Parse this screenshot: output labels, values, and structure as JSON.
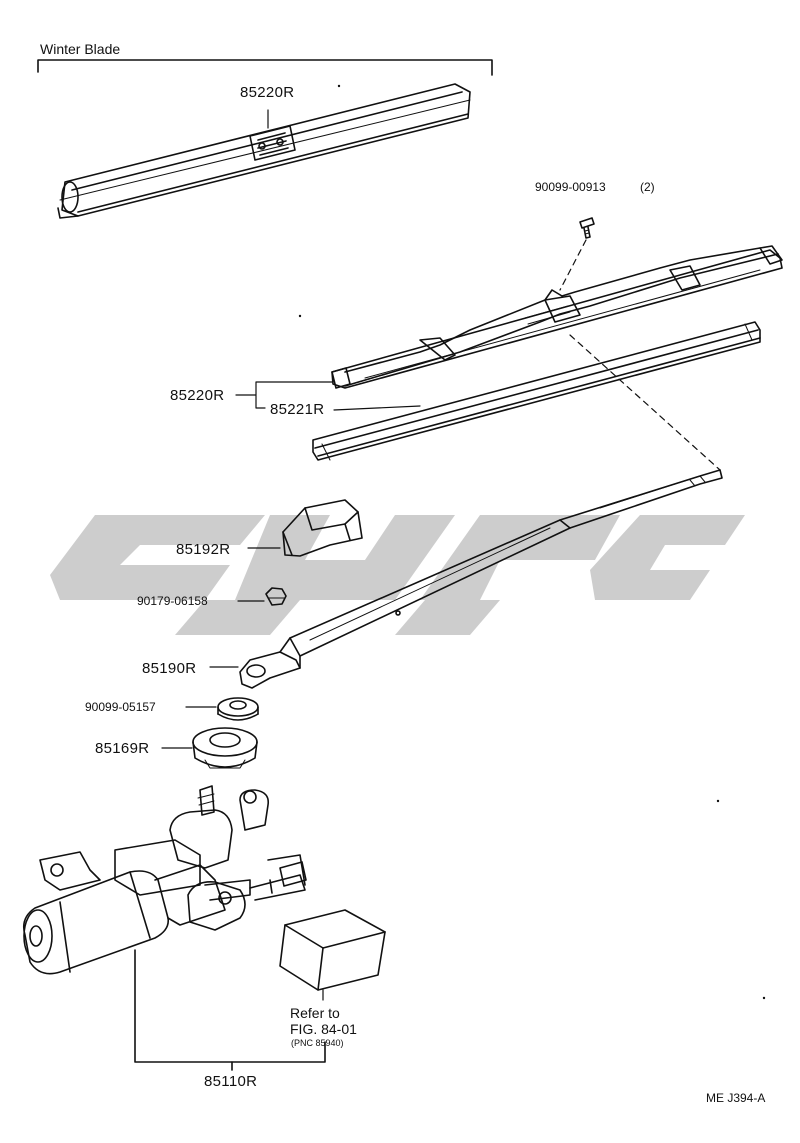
{
  "header": {
    "winter_blade": "Winter Blade"
  },
  "parts": {
    "winter_blade_pn": "85220R",
    "screw_pn": "90099-00913",
    "screw_qty": "(2)",
    "blade_assy_pn": "85220R",
    "blade_rubber_pn": "85221R",
    "cap_pn": "85192R",
    "nut_pn": "90179-06158",
    "arm_pn": "85190R",
    "washer_pn": "90099-05157",
    "cushion_pn": "85169R",
    "motor_pn": "85110R"
  },
  "reference": {
    "refer_line1": "Refer to",
    "refer_line2": "FIG. 84-01",
    "refer_line3": "(PNC 85940)"
  },
  "footer": {
    "diagram_code": "ME J394-A"
  },
  "colors": {
    "line": "#111111",
    "watermark": "#c8c8c8",
    "background": "#ffffff"
  }
}
